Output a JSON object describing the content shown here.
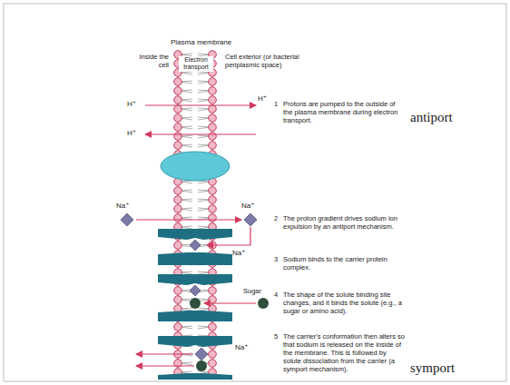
{
  "diagram": {
    "labels": [
      "Plasma membrane",
      "Inside the cell",
      "Cell exterior (or bacterial periplasmic space)",
      "Electron transport",
      "H⁺",
      "H⁺",
      "H⁺",
      "1",
      "Protons are pumped to the outside of the plasma membrane during electron transport.",
      "antiport",
      "Na⁺",
      "Na⁺",
      "2",
      "The proton gradient drives sodium ion expulsion by an antiport mechanism.",
      "Na⁺",
      "3",
      "Sodium binds to the carrier protein complex.",
      "Sugar",
      "4",
      "The shape of the solute binding site changes, and it binds the solute (e.g., a sugar or amino acid).",
      "Na⁺",
      "5",
      "The carrier's conformation then alters so that sodium is released on the inside of the membrane. This is followed by solute dissociation from the carrier (a symport mechanism).",
      "symport"
    ]
  }
}
